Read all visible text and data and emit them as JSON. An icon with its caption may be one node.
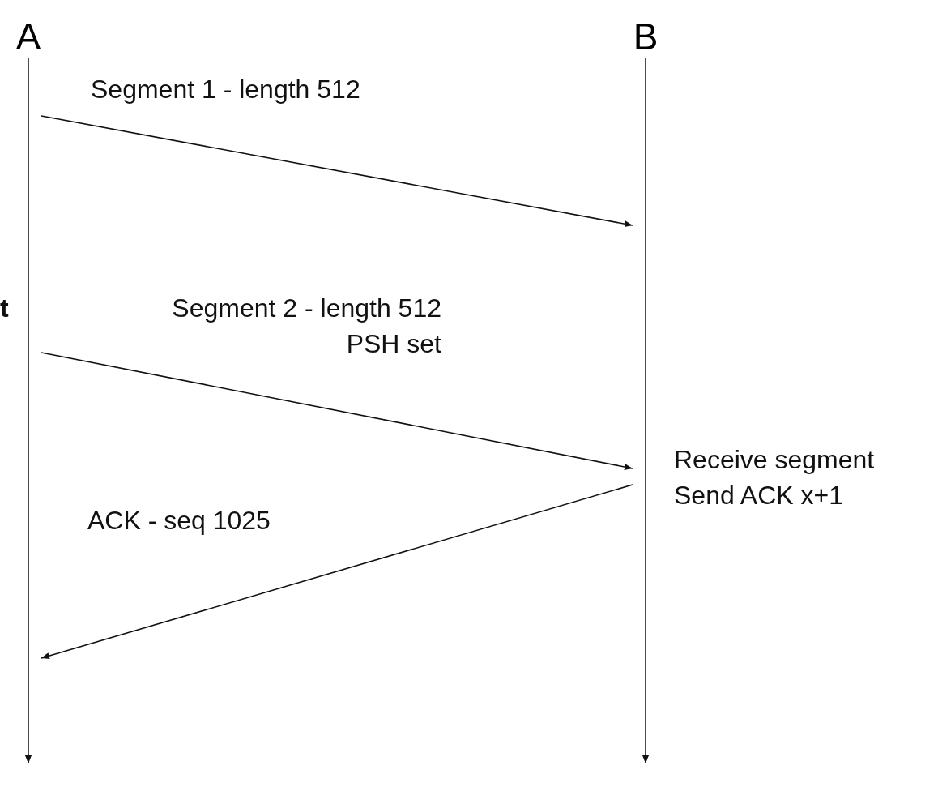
{
  "diagram": {
    "nodes": [
      {
        "text": [
          "A"
        ]
      },
      {
        "text": [
          "B"
        ]
      }
    ],
    "edges": [
      {
        "from": 0,
        "to": 1,
        "arrow": "to",
        "label": "Segment 1 - length 512"
      },
      {
        "from": 0,
        "to": 1,
        "arrow": "to",
        "label": "Segment 2 - length 512 PSH set"
      },
      {
        "from": 1,
        "to": 0,
        "arrow": "to",
        "label": "ACK - seq 1025"
      }
    ],
    "labels": [
      "t",
      "Receive segment Send ACK x+1"
    ]
  }
}
